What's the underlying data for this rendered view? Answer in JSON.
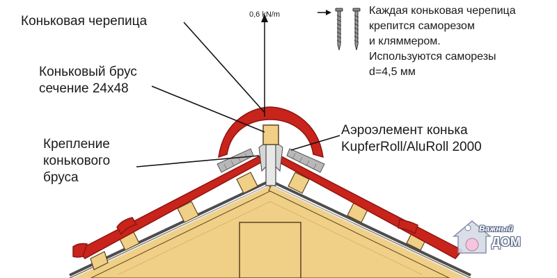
{
  "labels": {
    "ridge_tile": "Коньковая черепица",
    "ridge_beam": [
      "Коньковый брус",
      "сечение 24х48"
    ],
    "fastening": [
      "Крепление",
      "конькового",
      "бруса"
    ],
    "aero_element": [
      "Аэроэлемент конька",
      "KupferRoll/AluRoll 2000"
    ],
    "load": "0,6 kN/m",
    "note": [
      "Каждая коньковая черепица",
      "крепится саморезом",
      "и кляммером.",
      "Используются саморезы",
      "d=4,5 мм"
    ]
  },
  "watermark": {
    "line1": "Важный",
    "line2": "ДОМ"
  },
  "colors": {
    "tile_red": "#c8241c",
    "tile_dark": "#8e1410",
    "wood": "#f0cf86",
    "wood_dark": "#8a6a30",
    "membrane": "#4d4d4d",
    "aero_strip": "#b8b8b8",
    "pointer": "#111111"
  },
  "icons": [
    "screw-icon",
    "screw-icon",
    "load-arrow-icon",
    "logo-house-icon"
  ]
}
